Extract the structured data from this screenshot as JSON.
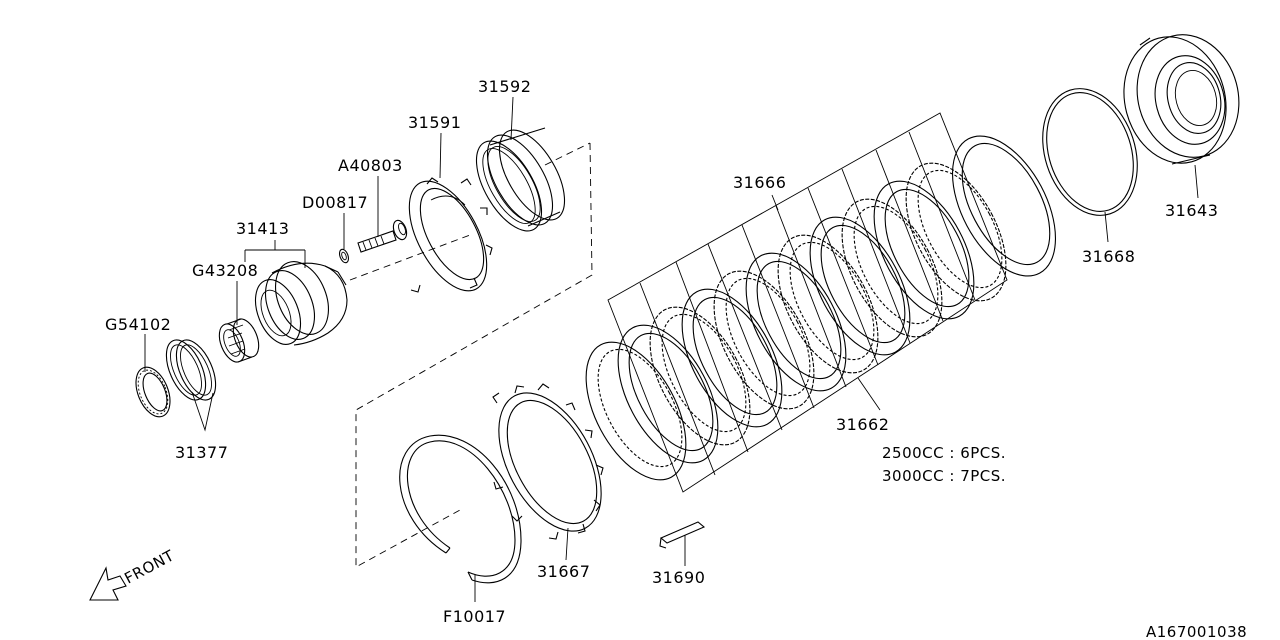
{
  "diagram": {
    "reference_code": "A167001038",
    "front_label": "FRONT",
    "parts": {
      "p31592": "31592",
      "p31591": "31591",
      "pA40803": "A40803",
      "pD00817": "D00817",
      "p31413": "31413",
      "pG43208": "G43208",
      "pG54102": "G54102",
      "p31377": "31377",
      "p31666": "31666",
      "p31643": "31643",
      "p31668": "31668",
      "p31662": "31662",
      "p31667": "31667",
      "p31690": "31690",
      "pF10017": "F10017"
    },
    "notes": {
      "qty_2500": "2500CC : 6PCS.",
      "qty_3000": "3000CC : 7PCS."
    }
  }
}
